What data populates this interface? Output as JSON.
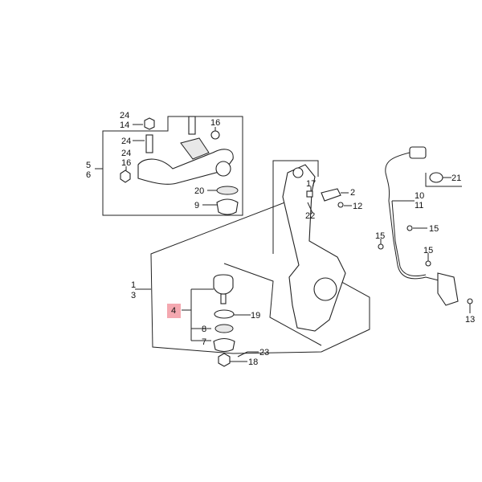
{
  "diagram": {
    "highlight_color": "#f4a8b0",
    "highlighted_part": "4",
    "labels": {
      "p24a": "24",
      "p14": "14",
      "p16a": "16",
      "p24b": "24",
      "p24c": "24",
      "p16b": "16",
      "p5": "5",
      "p6": "6",
      "p20": "20",
      "p9": "9",
      "p17": "17",
      "p2": "2",
      "p22": "22",
      "p12": "12",
      "p21": "21",
      "p10": "10",
      "p11": "11",
      "p15a": "15",
      "p15b": "15",
      "p15c": "15",
      "p13": "13",
      "p1": "1",
      "p3": "3",
      "p4": "4",
      "p19": "19",
      "p8": "8",
      "p7": "7",
      "p23": "23",
      "p18": "18"
    }
  }
}
